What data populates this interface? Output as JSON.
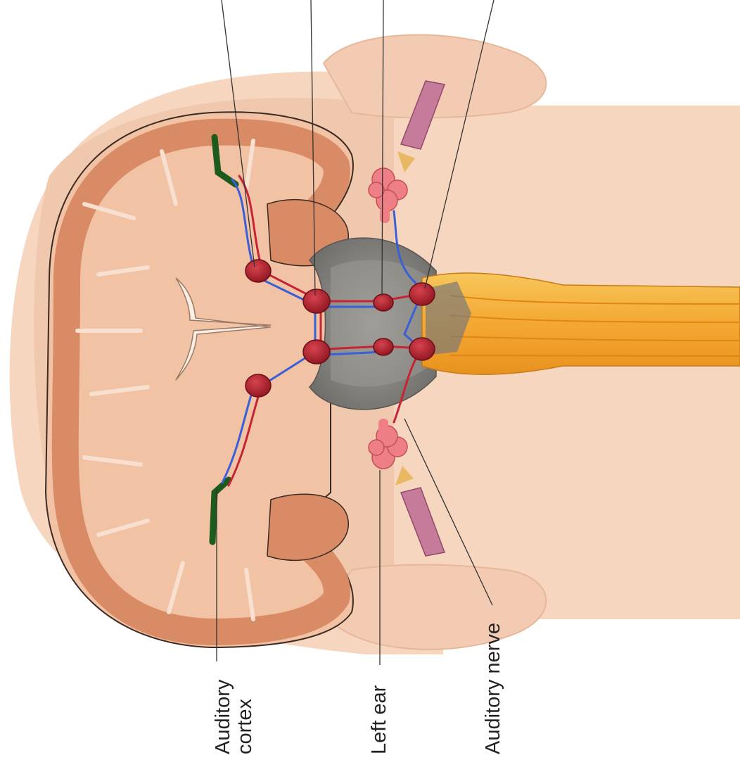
{
  "labels": {
    "auditory_cortex": "Auditory cortex",
    "auditory_cortex_line1": "Auditory",
    "auditory_cortex_line2": "cortex",
    "left_ear": "Left ear",
    "auditory_nerve": "Auditory nerve"
  },
  "colors": {
    "background": "#ffffff",
    "skin": "#f7d6bf",
    "skin_shadow": "#e7b79a",
    "cortex_gray": "#d98b66",
    "white_matter": "#f2c2a4",
    "nucleus_red": "#b2202c",
    "pathway_blue": "#3b5fd6",
    "pathway_red": "#c62434",
    "brainstem_gray": "#8a8a86",
    "spinal_cord_orange": "#f4a832",
    "auditory_cortex_green": "#1d5a1d",
    "cochlea_pink": "#ef7f86",
    "ear_canal": "#c77b9a"
  }
}
